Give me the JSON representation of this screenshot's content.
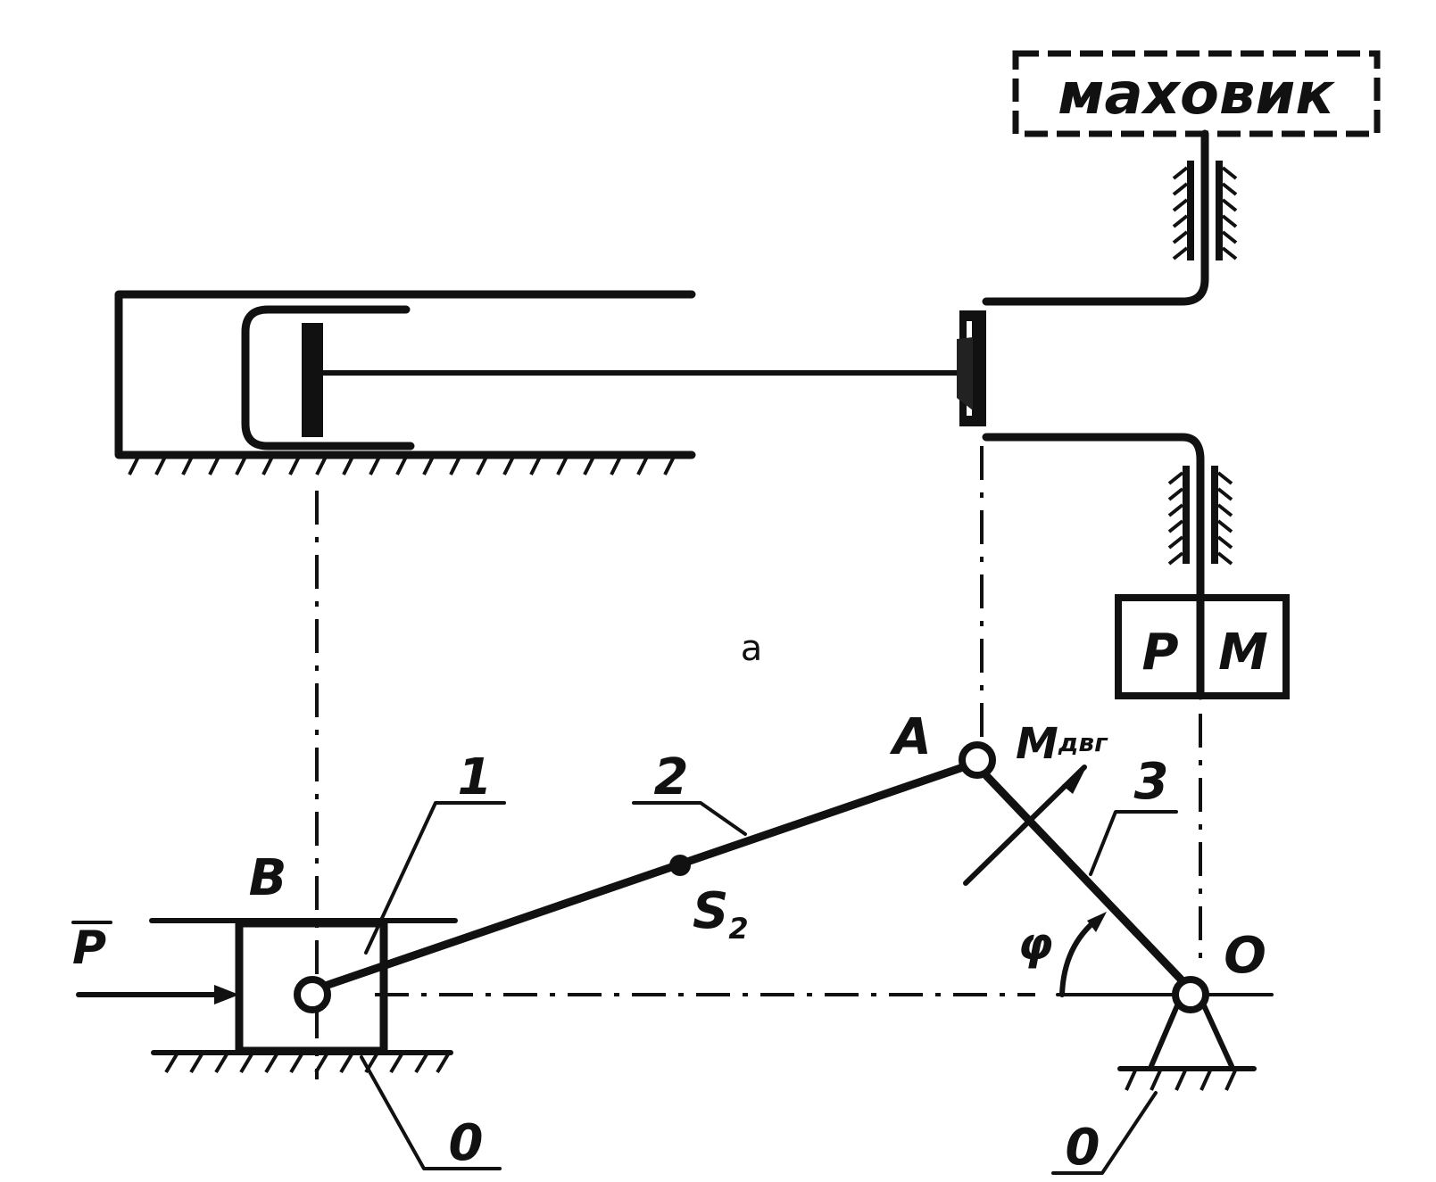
{
  "labels": {
    "flywheel": "маховик",
    "rm_left": "Р",
    "rm_right": "М",
    "figure": "а",
    "point_a": "A",
    "point_b": "B",
    "point_o": "O",
    "moment": "M",
    "moment_sub": "двг",
    "link_1": "1",
    "link_2": "2",
    "link_3": "3",
    "ground_left": "0",
    "ground_right": "0",
    "mass_center": "S",
    "mass_center_sub": "2",
    "angle": "φ",
    "force": "P"
  }
}
